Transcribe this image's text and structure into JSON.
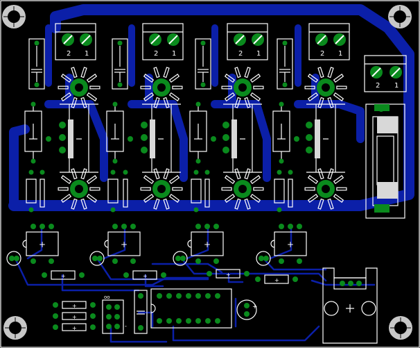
{
  "board": {
    "background": "#000000",
    "trace_color": "#0b1fa8",
    "pad_color": "#0a8a1d",
    "silk_color": "#ffffff"
  },
  "terminal_blocks": {
    "pin_labels": [
      "2",
      "1"
    ],
    "count": 5
  },
  "capacitors": {
    "polarity_plus": "+",
    "polarity_minus": "-"
  },
  "optocouplers": {
    "body_mark": "+"
  },
  "resistors": {
    "body_mark": "+"
  }
}
